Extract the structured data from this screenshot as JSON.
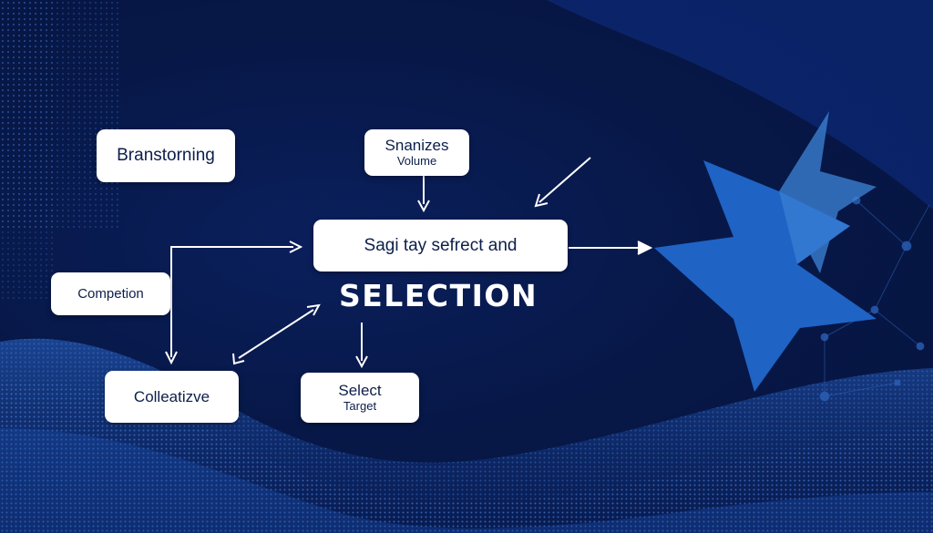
{
  "colors": {
    "background": "#071848",
    "node_fill": "#ffffff",
    "node_text": "#0c1e4a",
    "arrow": "#ffffff",
    "star_primary": "#1f63c4",
    "star_secondary": "#3f86d8",
    "wave": "#2a66c9"
  },
  "nodes": {
    "brainstorming": "Branstorning",
    "synthesizes_title": "Snanizes",
    "synthesizes_sub": "Volume",
    "main": "Sagi tay sefrect and",
    "competition": "Competion",
    "collaborative": "Colleatizve",
    "select_title": "Select",
    "select_sub": "Target"
  },
  "heading": "SELECTION",
  "icons": [
    "star-graphic",
    "network-graphic",
    "wave-mesh-graphic",
    "dot-grid-graphic"
  ]
}
